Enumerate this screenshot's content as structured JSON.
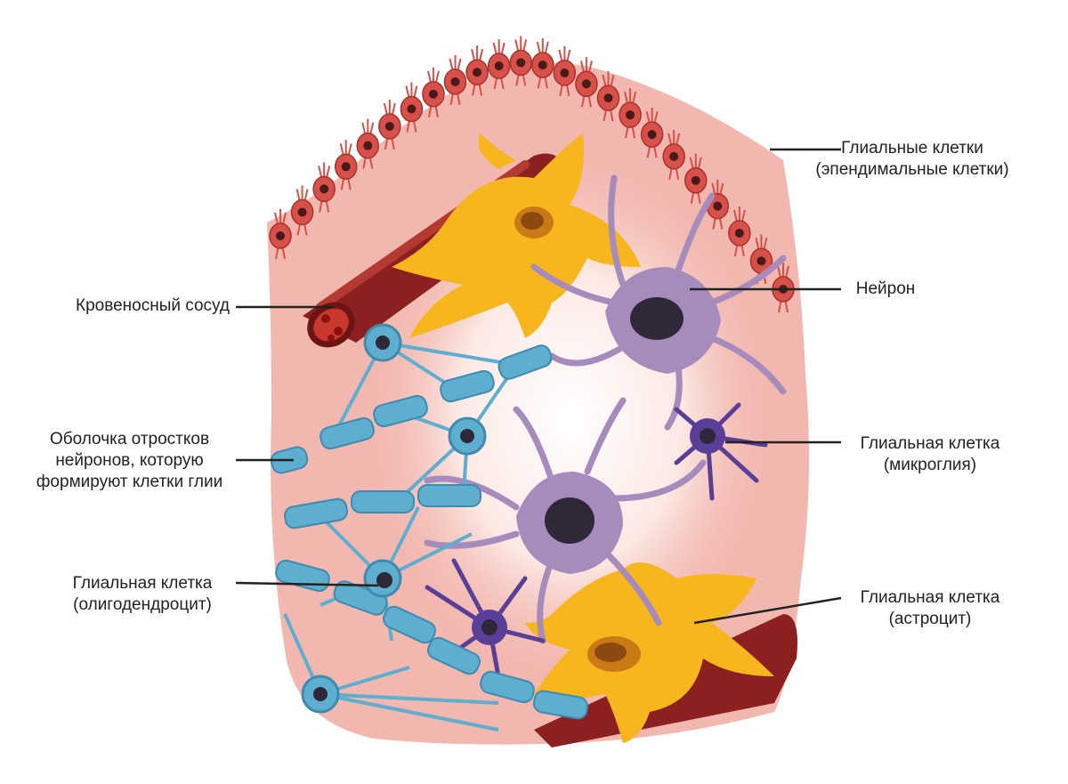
{
  "labels": {
    "ependymal": {
      "line1": "Глиальные клетки",
      "line2": "(эпендимальные клетки)"
    },
    "neuron": {
      "line1": "Нейрон"
    },
    "microglia": {
      "line1": "Глиальная клетка",
      "line2": "(микроглия)"
    },
    "astrocyte": {
      "line1": "Глиальная клетка",
      "line2": "(астроцит)"
    },
    "vessel": {
      "line1": "Кровеносный сосуд"
    },
    "sheath": {
      "line1": "Оболочка отростков",
      "line2": "нейронов, которую",
      "line3": "формируют клетки глии"
    },
    "oligodendrocyte": {
      "line1": "Глиальная клетка",
      "line2": "(олигодендроцит)"
    }
  },
  "colors": {
    "tissue": "#f2b8b0",
    "tissue_light": "#fbe5e0",
    "ependymal": "#d8504a",
    "vessel": "#8c2020",
    "astrocyte": "#f7b61d",
    "neuron": "#a68bbd",
    "microglia": "#5a3f99",
    "oligodendrocyte": "#5eaed0",
    "nucleus": "#2f2838"
  }
}
